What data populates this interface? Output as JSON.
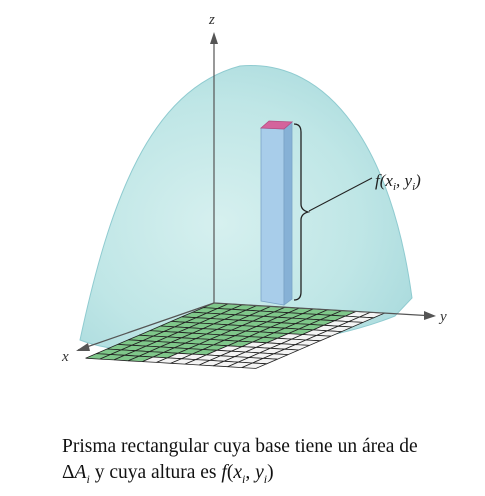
{
  "axes": {
    "z": "z",
    "y": "y",
    "x": "x"
  },
  "function_label": {
    "f": "f",
    "paren_open": "(",
    "x": "x",
    "i1": "i",
    "comma": ", ",
    "y": "y",
    "i2": "i",
    "paren_close": ")"
  },
  "caption": {
    "line1": "Prisma rectangular cuya base tiene un área de",
    "delta": "Δ",
    "A": "A",
    "A_sub": "i",
    "middle": " y cuya altura es ",
    "f": "f",
    "open": "(",
    "x": "x",
    "x_sub": "i",
    "comma": ", ",
    "y": "y",
    "y_sub": "i",
    "close": ")"
  },
  "colors": {
    "surface": "#bfe6e6",
    "surface_edge": "#9fd3d6",
    "grid_green": "#7fc78a",
    "grid_white": "#f4f4f4",
    "prism_front": "#a8cdea",
    "prism_side": "#88b4d8",
    "prism_top": "#d4639c"
  }
}
